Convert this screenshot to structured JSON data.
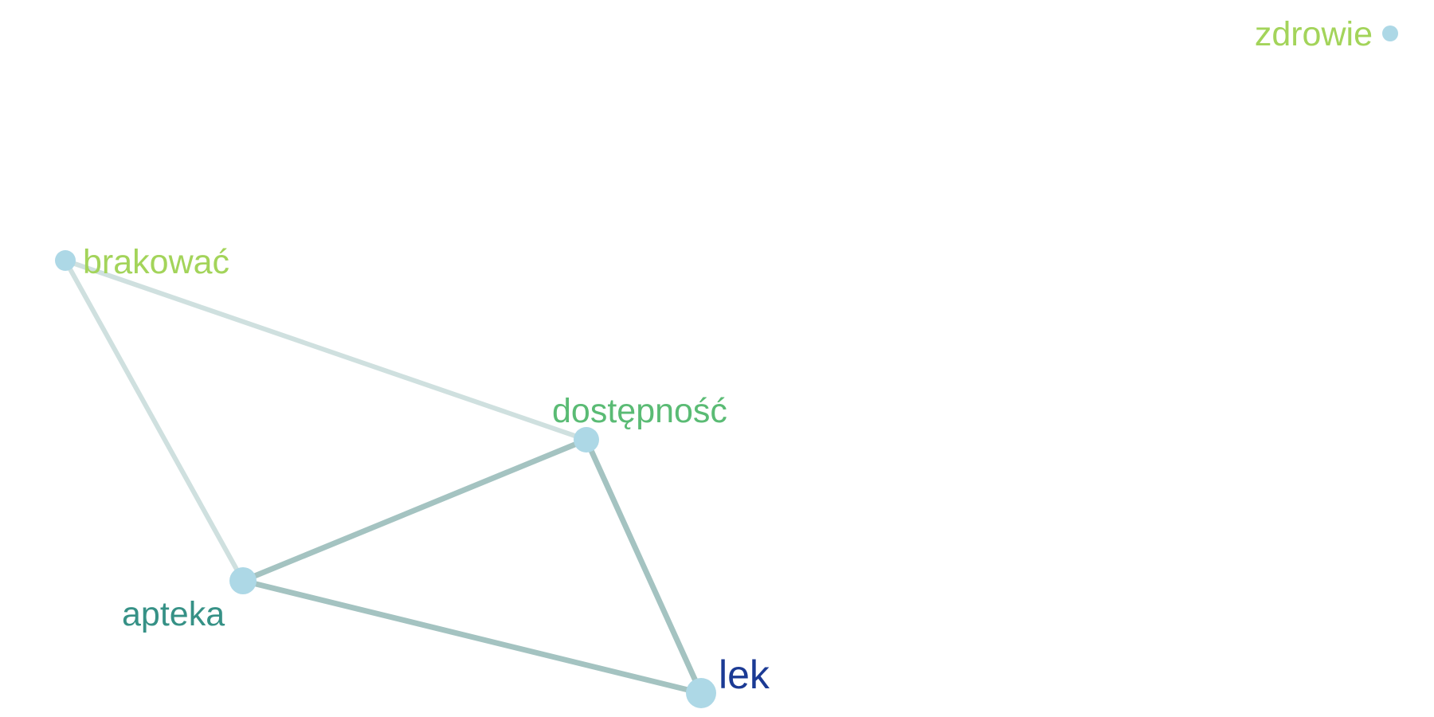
{
  "graph": {
    "nodes": [
      {
        "id": "zdrowie",
        "label": "zdrowie",
        "color": "#a3d45a",
        "node_color": "#add8e6",
        "degree": 0
      },
      {
        "id": "brakowac",
        "label": "brakować",
        "color": "#a3d45a",
        "node_color": "#add8e6",
        "degree": 2
      },
      {
        "id": "dostepnosc",
        "label": "dostępność",
        "color": "#5abb74",
        "node_color": "#add8e6",
        "degree": 3
      },
      {
        "id": "apteka",
        "label": "apteka",
        "color": "#369186",
        "node_color": "#add8e6",
        "degree": 3
      },
      {
        "id": "lek",
        "label": "lek",
        "color": "#1b3a94",
        "node_color": "#add8e6",
        "degree": 2
      }
    ],
    "edges": [
      {
        "source": "brakowac",
        "target": "dostepnosc",
        "weight": 1,
        "color": "#cfe0df"
      },
      {
        "source": "brakowac",
        "target": "apteka",
        "weight": 1,
        "color": "#cfe0df"
      },
      {
        "source": "dostepnosc",
        "target": "apteka",
        "weight": 2,
        "color": "#a4c3c1"
      },
      {
        "source": "dostepnosc",
        "target": "lek",
        "weight": 2,
        "color": "#a4c3c1"
      },
      {
        "source": "apteka",
        "target": "lek",
        "weight": 2,
        "color": "#a4c3c1"
      }
    ]
  }
}
